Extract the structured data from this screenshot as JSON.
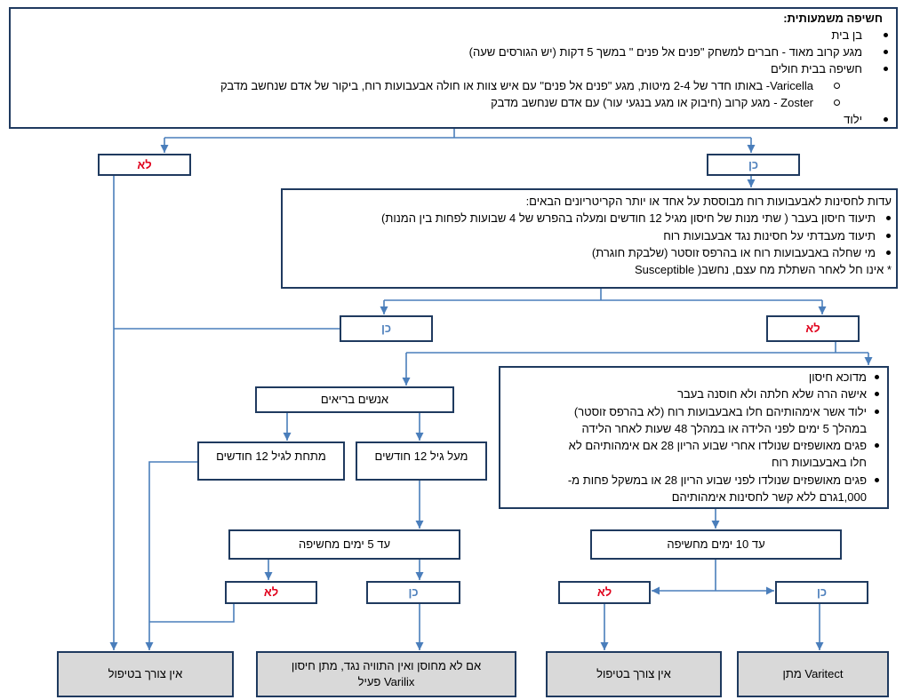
{
  "colors": {
    "box_border": "#1f3a5f",
    "connector": "#4a7ebb",
    "yes_label": "#4f81bd",
    "no_label": "#e0001b",
    "terminal_fill": "#d9d9d9"
  },
  "exposure": {
    "title": "חשיפה משמעותית:",
    "items": [
      "בן בית",
      "מגע קרוב מאוד - חברים למשחק \"פנים אל פנים \" במשך 5 דקות (יש הגורסים  שעה)",
      "חשיפה בבית חולים",
      "ילוד"
    ],
    "hospital_subitems": [
      "Varicella- באותו חדר של 2-4 מיטות,  מגע \"פנים אל פנים\" עם איש צוות או חולה אבעבועות רוח, ביקור של אדם שנחשב מדבק",
      "Zoster  - מגע קרוב (חיבוק או מגע בנגעי עור) עם אדם שנחשב מדבק"
    ]
  },
  "exposure_decision": {
    "no": "לא",
    "yes": "כן"
  },
  "immunity": {
    "title": "עדות לחסינות לאבעבועות רוח מבוססת על אחד או יותר הקריטריונים  הבאים:",
    "criteria": [
      "תיעוד  חיסון בעבר ( שתי מנות של חיסון  מגיל 12 חודשים ומעלה בהפרש של 4 שבועות לפחות בין המנות)",
      "תיעוד  מעבדתי על חסינות נגד אבעבועות רוח",
      "מי שחלה באבעבועות  רוח או בהרפס זוסטר (שלבקת חוגרת)"
    ],
    "note": "* אינו חל לאחר השתלת מח עצם, נחשב( Susceptible"
  },
  "immunity_decision": {
    "yes": "כן",
    "no": "לא"
  },
  "high_risk": {
    "items": [
      {
        "lines": [
          "מדוכא חיסון"
        ]
      },
      {
        "lines": [
          "אישה הרה שלא חלתה ולא חוסנה בעבר"
        ]
      },
      {
        "lines": [
          "ילוד אשר אימהותיהם חלו באבעבועות רוח (לא בהרפס זוסטר)",
          "במהלך 5 ימים לפני הלידה או במהלך 48 שעות לאחר הלידה"
        ]
      },
      {
        "lines": [
          "פגים מאושפזים שנולדו אחרי שבוע הריון  28 אם אימהותיהם לא",
          "חלו באבעבועות רוח"
        ]
      },
      {
        "lines": [
          "פגים מאושפזים שנולדו לפני שבוע הריון 28 או במשקל פחות מ-",
          "1,000גרם ללא קשר לחסינות אימהותיהם"
        ]
      }
    ]
  },
  "healthy": {
    "label": "אנשים בריאים",
    "under_12m": "מתחת לגיל 12 חודשים",
    "over_12m": "מעל גיל 12 חודשים"
  },
  "healthy_window": {
    "label": "עד 5 ימים  מחשיפה",
    "no": "לא",
    "yes": "כן"
  },
  "high_risk_window": {
    "label": "עד 10 ימים  מחשיפה",
    "no": "לא",
    "yes": "כן"
  },
  "outcomes": {
    "no_treatment_left": "אין צורך בטיפול",
    "varilix_lines": [
      "אם לא מחוסן ואין התוויה  נגד, מתן חיסון",
      "פעיל Varilix"
    ],
    "no_treatment_right": "אין צורך בטיפול",
    "varitect": "מתן  Varitect"
  }
}
